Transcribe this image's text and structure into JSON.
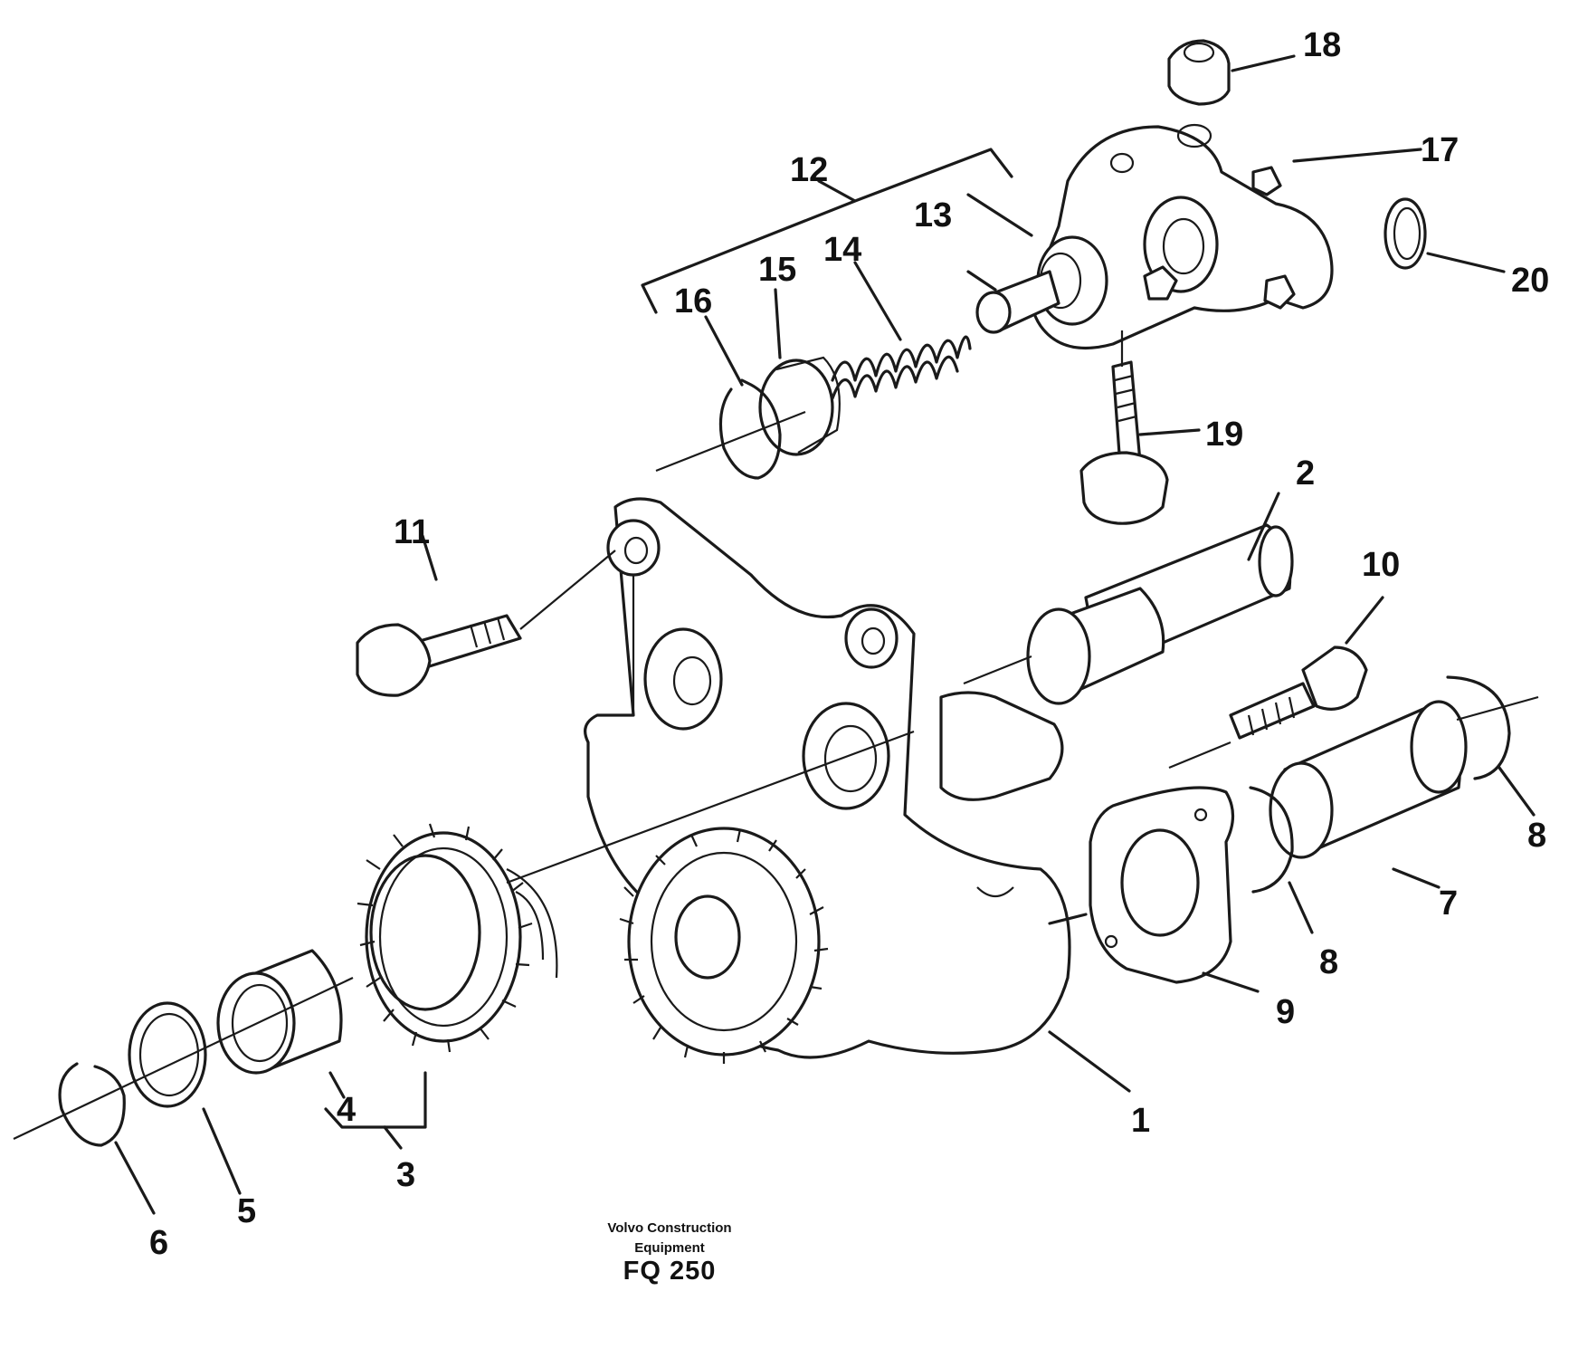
{
  "diagram": {
    "labels": [
      "1",
      "2",
      "3",
      "4",
      "5",
      "6",
      "7",
      "8",
      "8",
      "9",
      "10",
      "11",
      "12",
      "13",
      "14",
      "15",
      "16",
      "17",
      "18",
      "19",
      "20"
    ]
  },
  "footer": {
    "manufacturer_line1": "Volvo Construction",
    "manufacturer_line2": "Equipment",
    "code": "FQ 250"
  }
}
